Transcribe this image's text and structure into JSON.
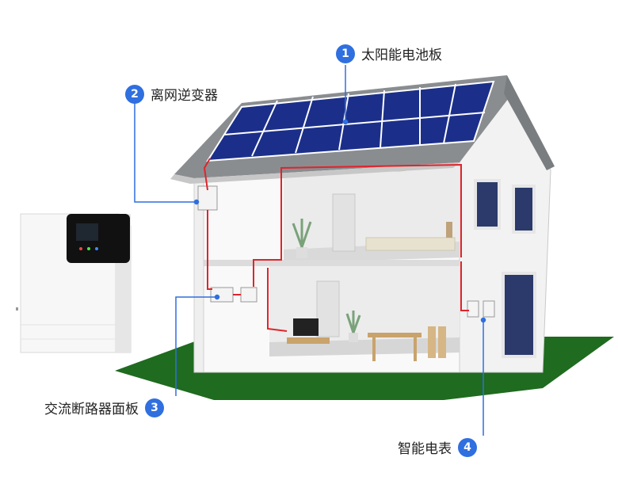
{
  "callouts": [
    {
      "number": "1",
      "label": "太阳能电池板"
    },
    {
      "number": "2",
      "label": "离网逆变器"
    },
    {
      "number": "3",
      "label": "交流断路器面板"
    },
    {
      "number": "4",
      "label": "智能电表"
    }
  ],
  "colors": {
    "badge": "#2f6fe0",
    "leader_line": "#2f6fe0",
    "wiring": "#e0242b",
    "lawn": "#1f6b1f",
    "roof": "#8a8d90",
    "solar_panel": "#1b2f8a"
  }
}
